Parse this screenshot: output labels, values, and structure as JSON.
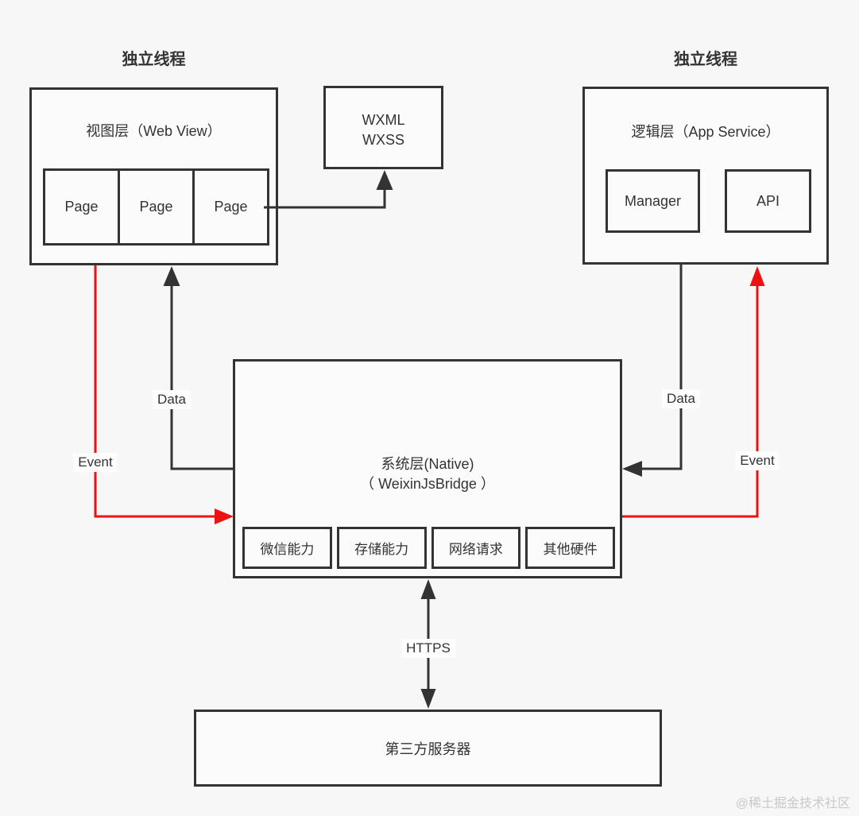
{
  "canvas": {
    "watermark": "@稀土掘金技术社区"
  },
  "colors": {
    "line": "#333333",
    "event_line": "#ee1111",
    "border": "#333333",
    "text": "#333333",
    "background": "#f7f7f7"
  },
  "thread_labels": {
    "left": "独立线程",
    "right": "独立线程"
  },
  "view_layer": {
    "title": "视图层（Web View）",
    "pages": [
      "Page",
      "Page",
      "Page"
    ]
  },
  "wxml": {
    "line1": "WXML",
    "line2": "WXSS"
  },
  "logic_layer": {
    "title": "逻辑层（App Service）",
    "manager": "Manager",
    "api": "API"
  },
  "native_layer": {
    "title_line1": "系统层(Native)",
    "title_line2": "（ WeixinJsBridge ）",
    "capabilities": [
      "微信能力",
      "存储能力",
      "网络请求",
      "其他硬件"
    ]
  },
  "server": {
    "label": "第三方服务器"
  },
  "edges": {
    "left_data": "Data",
    "left_event": "Event",
    "right_data": "Data",
    "right_event": "Event",
    "https": "HTTPS"
  }
}
